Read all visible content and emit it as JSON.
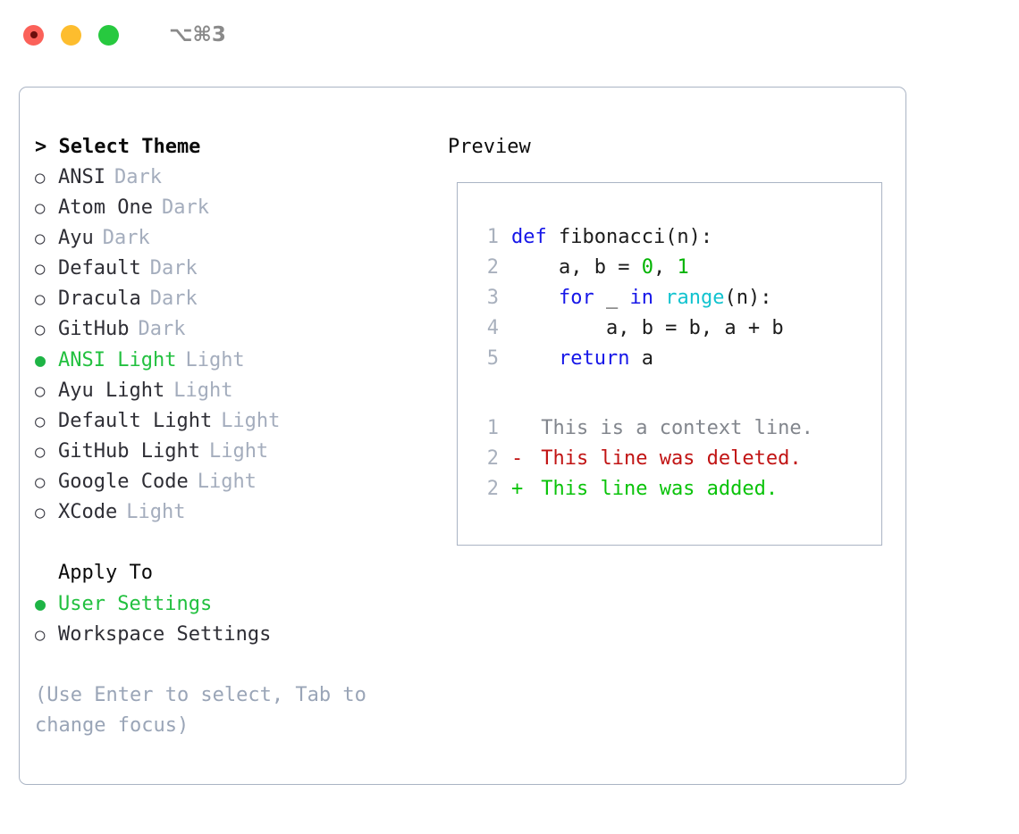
{
  "titlebar": {
    "shortcut": "⌥⌘3",
    "lights": [
      "close",
      "minimize",
      "maximize"
    ]
  },
  "theme_picker": {
    "heading": "> Select Theme",
    "bullet_off": "○",
    "bullet_on": "●",
    "items": [
      {
        "label": "ANSI",
        "variant": "Dark",
        "selected": false
      },
      {
        "label": "Atom One",
        "variant": "Dark",
        "selected": false
      },
      {
        "label": "Ayu",
        "variant": "Dark",
        "selected": false
      },
      {
        "label": "Default",
        "variant": "Dark",
        "selected": false
      },
      {
        "label": "Dracula",
        "variant": "Dark",
        "selected": false
      },
      {
        "label": "GitHub",
        "variant": "Dark",
        "selected": false
      },
      {
        "label": "ANSI Light",
        "variant": "Light",
        "selected": true
      },
      {
        "label": "Ayu Light",
        "variant": "Light",
        "selected": false
      },
      {
        "label": "Default Light",
        "variant": "Light",
        "selected": false
      },
      {
        "label": "GitHub Light",
        "variant": "Light",
        "selected": false
      },
      {
        "label": "Google Code",
        "variant": "Light",
        "selected": false
      },
      {
        "label": "XCode",
        "variant": "Light",
        "selected": false
      }
    ]
  },
  "apply_to": {
    "label": "Apply To",
    "items": [
      {
        "label": "User Settings",
        "selected": true
      },
      {
        "label": "Workspace Settings",
        "selected": false
      }
    ]
  },
  "hint": "(Use Enter to select, Tab to change focus)",
  "preview": {
    "title": "Preview",
    "code_lines": [
      {
        "n": "1",
        "tokens": [
          {
            "t": "def ",
            "c": "kw"
          },
          {
            "t": "fibonacci(n):",
            "c": "fn"
          }
        ]
      },
      {
        "n": "2",
        "tokens": [
          {
            "t": "    a, b = ",
            "c": "plain"
          },
          {
            "t": "0",
            "c": "num"
          },
          {
            "t": ", ",
            "c": "plain"
          },
          {
            "t": "1",
            "c": "num"
          }
        ]
      },
      {
        "n": "3",
        "tokens": [
          {
            "t": "    ",
            "c": "plain"
          },
          {
            "t": "for",
            "c": "kw"
          },
          {
            "t": " _ ",
            "c": "plain"
          },
          {
            "t": "in",
            "c": "kw"
          },
          {
            "t": " ",
            "c": "plain"
          },
          {
            "t": "range",
            "c": "bi"
          },
          {
            "t": "(n):",
            "c": "plain"
          }
        ]
      },
      {
        "n": "4",
        "tokens": [
          {
            "t": "        a, b = b, a + b",
            "c": "plain"
          }
        ]
      },
      {
        "n": "5",
        "tokens": [
          {
            "t": "    ",
            "c": "plain"
          },
          {
            "t": "return",
            "c": "kw"
          },
          {
            "t": " a",
            "c": "plain"
          }
        ]
      }
    ],
    "diff_lines": [
      {
        "n": "1",
        "mark": " ",
        "text": " This is a context line.",
        "kind": "ctx"
      },
      {
        "n": "2",
        "mark": "-",
        "text": " This line was deleted.",
        "kind": "del"
      },
      {
        "n": "2",
        "mark": "+",
        "text": " This line was added.",
        "kind": "add"
      }
    ]
  },
  "colors": {
    "accent_green": "#22c03f",
    "border": "#aab4c4",
    "muted": "#a4adbd",
    "hint": "#9aa5b7",
    "keyword": "#1616e8",
    "builtin": "#12c3cf",
    "number": "#00b300",
    "diff_add": "#0ac30a",
    "diff_del": "#c11414",
    "light_red": "#fb6159",
    "light_yellow": "#fdbd2e",
    "light_green": "#27c93f"
  }
}
